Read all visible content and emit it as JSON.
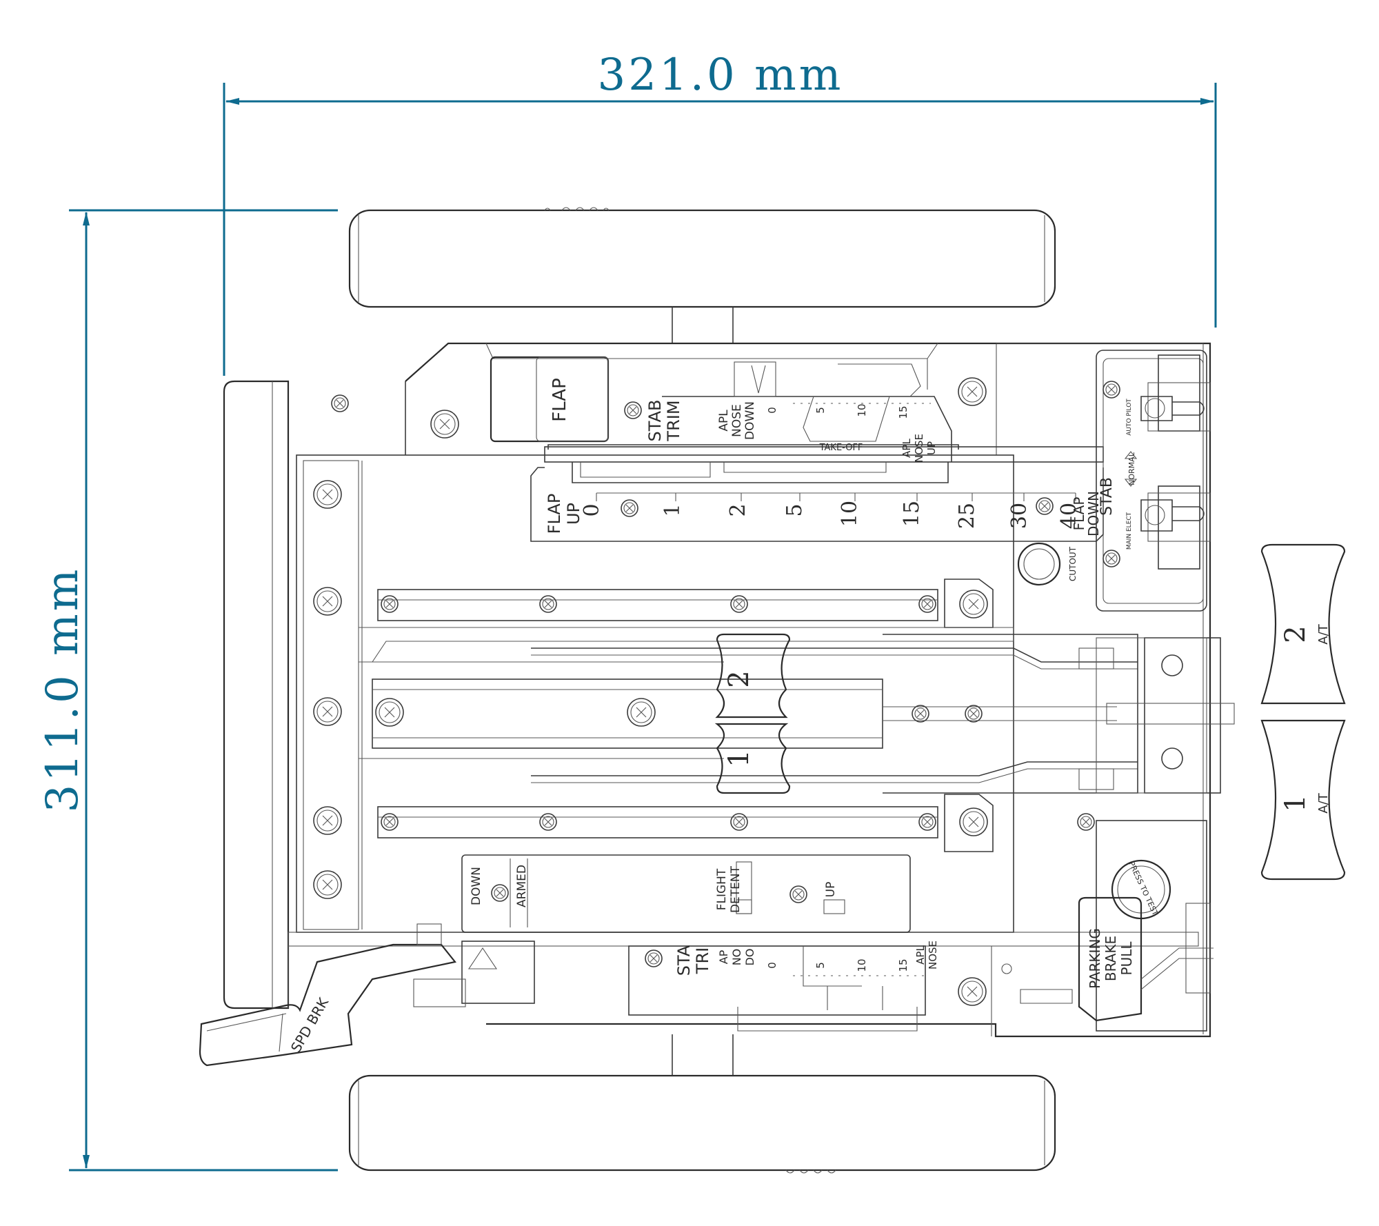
{
  "colors": {
    "dimension": "#0e6b8f",
    "linework": "#3a3a3a",
    "background": "#ffffff"
  },
  "dimensions": {
    "width_label": "321.0 mm",
    "height_label": "311.0 mm"
  },
  "labels": {
    "flap_lever": "FLAP",
    "stab_trim_1": "STAB",
    "stab_trim_2": "TRIM",
    "apl_nose_down_1": "APL",
    "apl_nose_down_2": "NOSE",
    "apl_nose_down_3": "DOWN",
    "take_off": "TAKE-OFF",
    "apl_nose_up_1": "APL",
    "apl_nose_up_2": "NOSE",
    "apl_nose_up_3": "UP",
    "trim_ticks": [
      "0",
      "5",
      "10",
      "15"
    ],
    "flap_up_1": "FLAP",
    "flap_up_2": "UP",
    "flap_detents": [
      "0",
      "1",
      "2",
      "5",
      "10",
      "15",
      "25",
      "30",
      "40"
    ],
    "flap_down_1": "FLAP",
    "flap_down_2": "DOWN",
    "stab_cutout": "STAB",
    "normal": "NORMAL",
    "cutout": "CUTOUT",
    "main_elect": "MAIN ELECT",
    "auto_pilot": "AUTO PILOT",
    "throttle_2": "2",
    "throttle_1": "1",
    "at_label": "A/T",
    "down": "DOWN",
    "armed": "ARMED",
    "flight_detent_1": "FLIGHT",
    "flight_detent_2": "DETENT",
    "up": "UP",
    "spd_brk": "SPD BRK",
    "parking_1": "PARKING",
    "parking_2": "BRAKE",
    "parking_3": "PULL",
    "press_to_test": "PRESS TO TEST",
    "lower_stab_1": "STA",
    "lower_stab_2": "TRI",
    "lower_apl_1": "AP",
    "lower_apl_2": "NO",
    "lower_apl_3": "DO",
    "lower_ticks": [
      "0",
      "5",
      "10",
      "15"
    ],
    "lower_apl_r1": "APL",
    "lower_apl_r2": "NOSE"
  }
}
